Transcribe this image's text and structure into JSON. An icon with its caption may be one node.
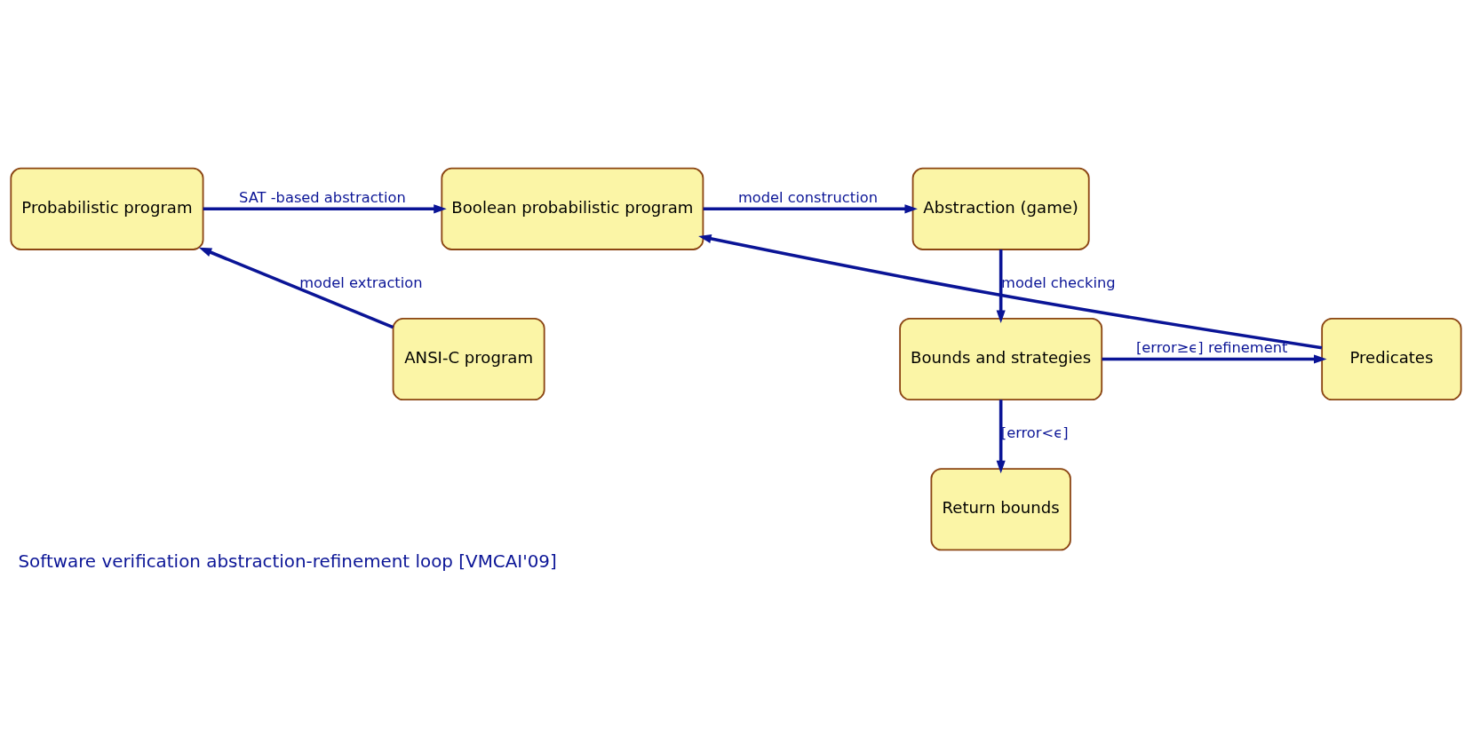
{
  "diagram": {
    "caption": "Software verification abstraction-refinement loop [VMCAI'09]",
    "nodes": [
      {
        "text": [
          "Probabilistic program"
        ]
      },
      {
        "text": [
          "Boolean probabilistic program"
        ]
      },
      {
        "text": [
          "Abstraction (game)"
        ]
      },
      {
        "text": [
          "ANSI-C program"
        ]
      },
      {
        "text": [
          "Predicates"
        ]
      },
      {
        "text": [
          "Bounds and strategies"
        ]
      },
      {
        "text": [
          "Return bounds"
        ]
      }
    ],
    "edges": [
      {
        "from": 3,
        "to": 0,
        "arrow": "to",
        "label": "model extraction"
      },
      {
        "from": 0,
        "to": 1,
        "arrow": "to",
        "label": "SAT -based abstraction"
      },
      {
        "from": 1,
        "to": 2,
        "arrow": "to",
        "label": "model construction"
      },
      {
        "from": 2,
        "to": 5,
        "arrow": "to",
        "label": "model checking"
      },
      {
        "from": 5,
        "to": 4,
        "arrow": "to",
        "label": "[error≥ϵ] refinement"
      },
      {
        "from": 4,
        "to": 1,
        "arrow": "to"
      },
      {
        "from": 5,
        "to": 6,
        "arrow": "to",
        "label": "[error<ϵ]"
      }
    ]
  }
}
